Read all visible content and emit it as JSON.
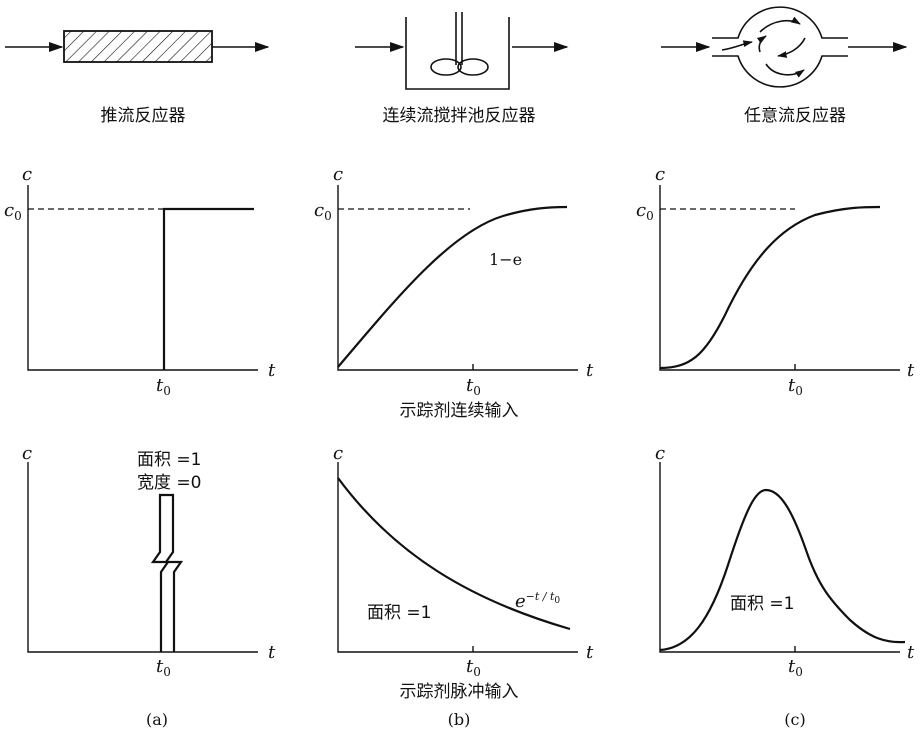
{
  "reactors": {
    "a_label": "推流反应器",
    "b_label": "连续流搅拌池反应器",
    "c_label": "任意流反应器"
  },
  "axes": {
    "c": "c",
    "t": "t",
    "c0_base": "c",
    "c0_sub": "0",
    "t0_base": "t",
    "t0_sub": "0"
  },
  "row_continuous": {
    "caption": "示踪剂连续输入",
    "b_curve_label": "1−e"
  },
  "row_pulse": {
    "caption": "示踪剂脉冲输入",
    "a_area": "面积 =1",
    "a_width": "宽度 =0",
    "b_area": "面积 =1",
    "b_curve_base": "e",
    "b_curve_exp": "−t / t",
    "b_curve_exp_sub": "0",
    "c_area": "面积 =1"
  },
  "columns": {
    "a": "(a)",
    "b": "(b)",
    "c": "(c)"
  }
}
